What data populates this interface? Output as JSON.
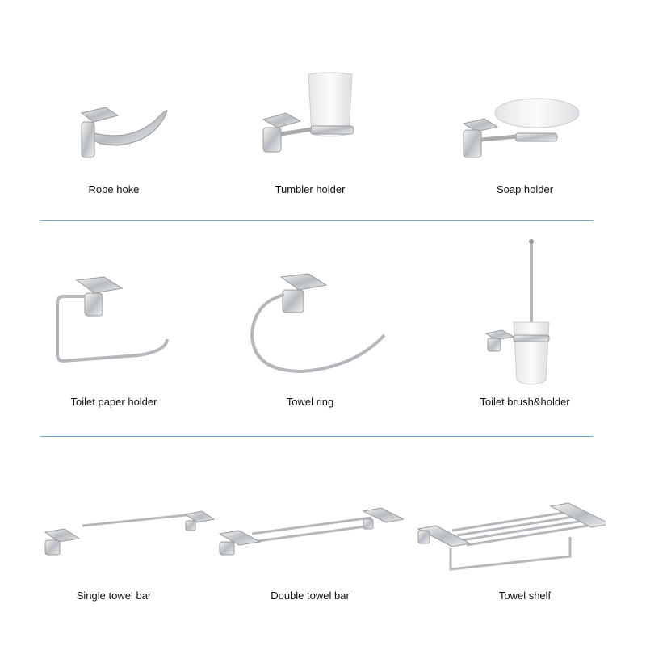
{
  "rows": [
    {
      "items": [
        {
          "label": "Robe hoke"
        },
        {
          "label": "Tumbler holder"
        },
        {
          "label": "Soap holder"
        }
      ]
    },
    {
      "items": [
        {
          "label": "Toilet paper holder"
        },
        {
          "label": "Towel ring"
        },
        {
          "label": "Toilet brush&holder"
        }
      ]
    },
    {
      "items": [
        {
          "label": "Single towel bar"
        },
        {
          "label": "Double towel bar"
        },
        {
          "label": "Towel shelf"
        }
      ]
    }
  ],
  "colors": {
    "divider": "#6aaee0",
    "chrome": "#c8ccd0"
  }
}
